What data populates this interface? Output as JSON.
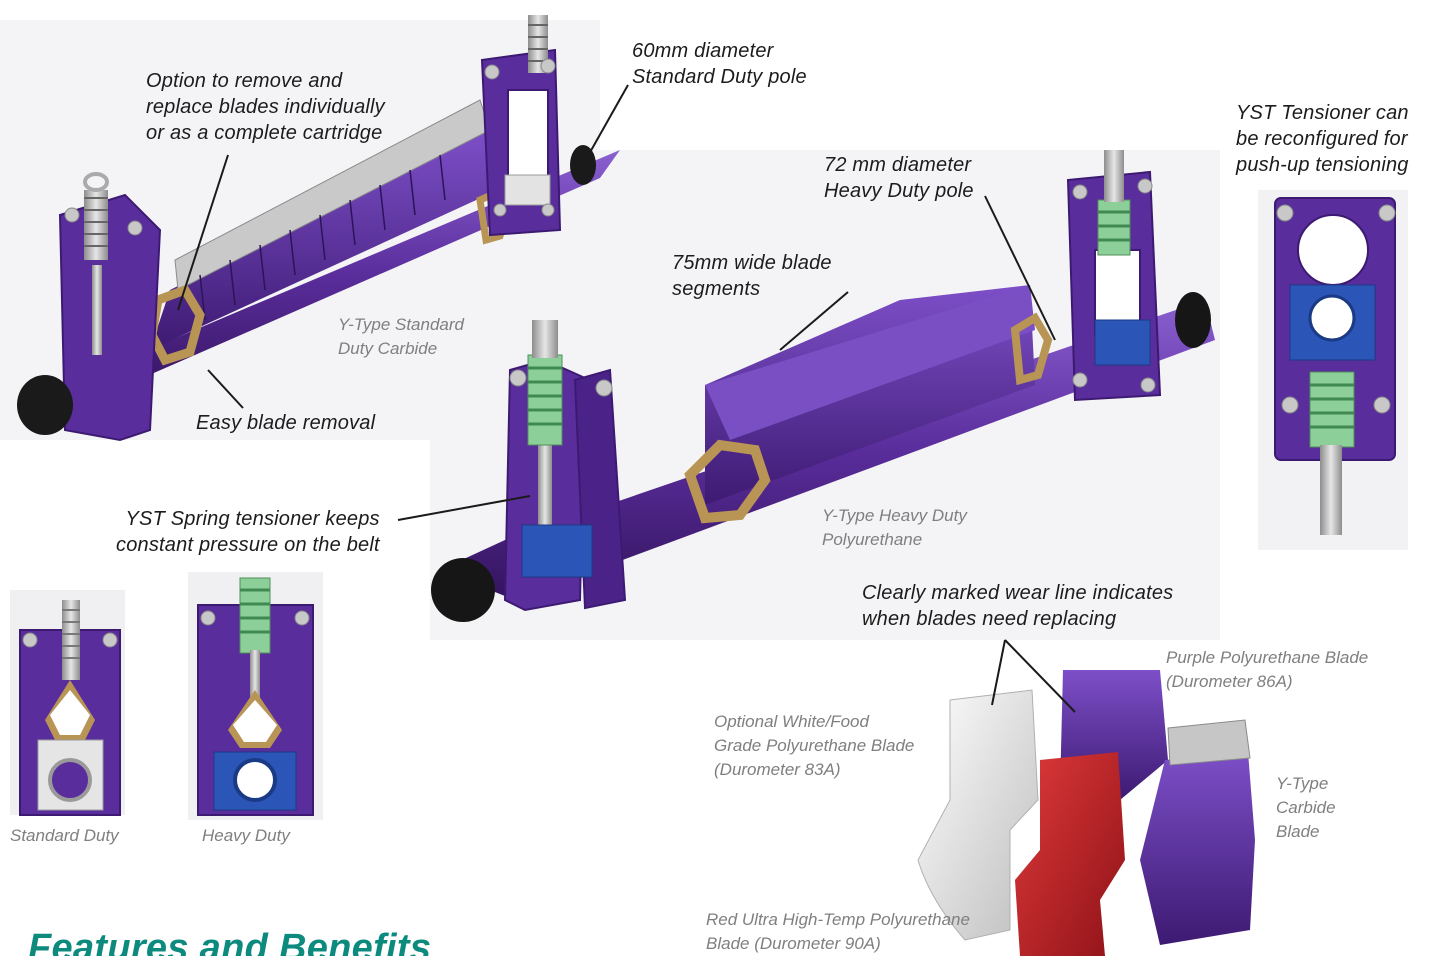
{
  "callouts": {
    "remove_replace": "Option to remove and\nreplace blades individually\nor as a complete cartridge",
    "pole_60": "60mm diameter\nStandard Duty pole",
    "tensioner_reconfig": "YST Tensioner can\nbe reconfigured for\npush-up tensioning",
    "pole_72": "72 mm diameter\nHeavy Duty pole",
    "blade_segments": "75mm wide blade\nsegments",
    "easy_removal": "Easy blade removal",
    "spring_tensioner": "YST Spring tensioner keeps\nconstant pressure on the belt",
    "wear_line": "Clearly marked wear line indicates\nwhen blades need replacing"
  },
  "captions": {
    "standard_carbide": "Y-Type Standard\nDuty Carbide",
    "heavy_poly": "Y-Type Heavy Duty\nPolyurethane",
    "standard_duty": "Standard Duty",
    "heavy_duty": "Heavy Duty",
    "purple_blade": "Purple Polyurethane Blade\n(Durometer 86A)",
    "white_blade": "Optional White/Food\nGrade Polyurethane Blade\n(Durometer 83A)",
    "carbide_blade": "Y-Type\nCarbide\nBlade",
    "red_blade": "Red Ultra High-Temp Polyurethane\nBlade (Durometer 90A)"
  },
  "heading": "Features and Benefits",
  "colors": {
    "purple": "#5a2d9c",
    "purple_dark": "#3d1a72",
    "brass": "#b89555",
    "spring_green": "#7fc28f",
    "blue_block": "#2c55b8",
    "red_blade": "#c21f26",
    "white_blade": "#ececec",
    "heading_teal": "#0c8a7e"
  }
}
